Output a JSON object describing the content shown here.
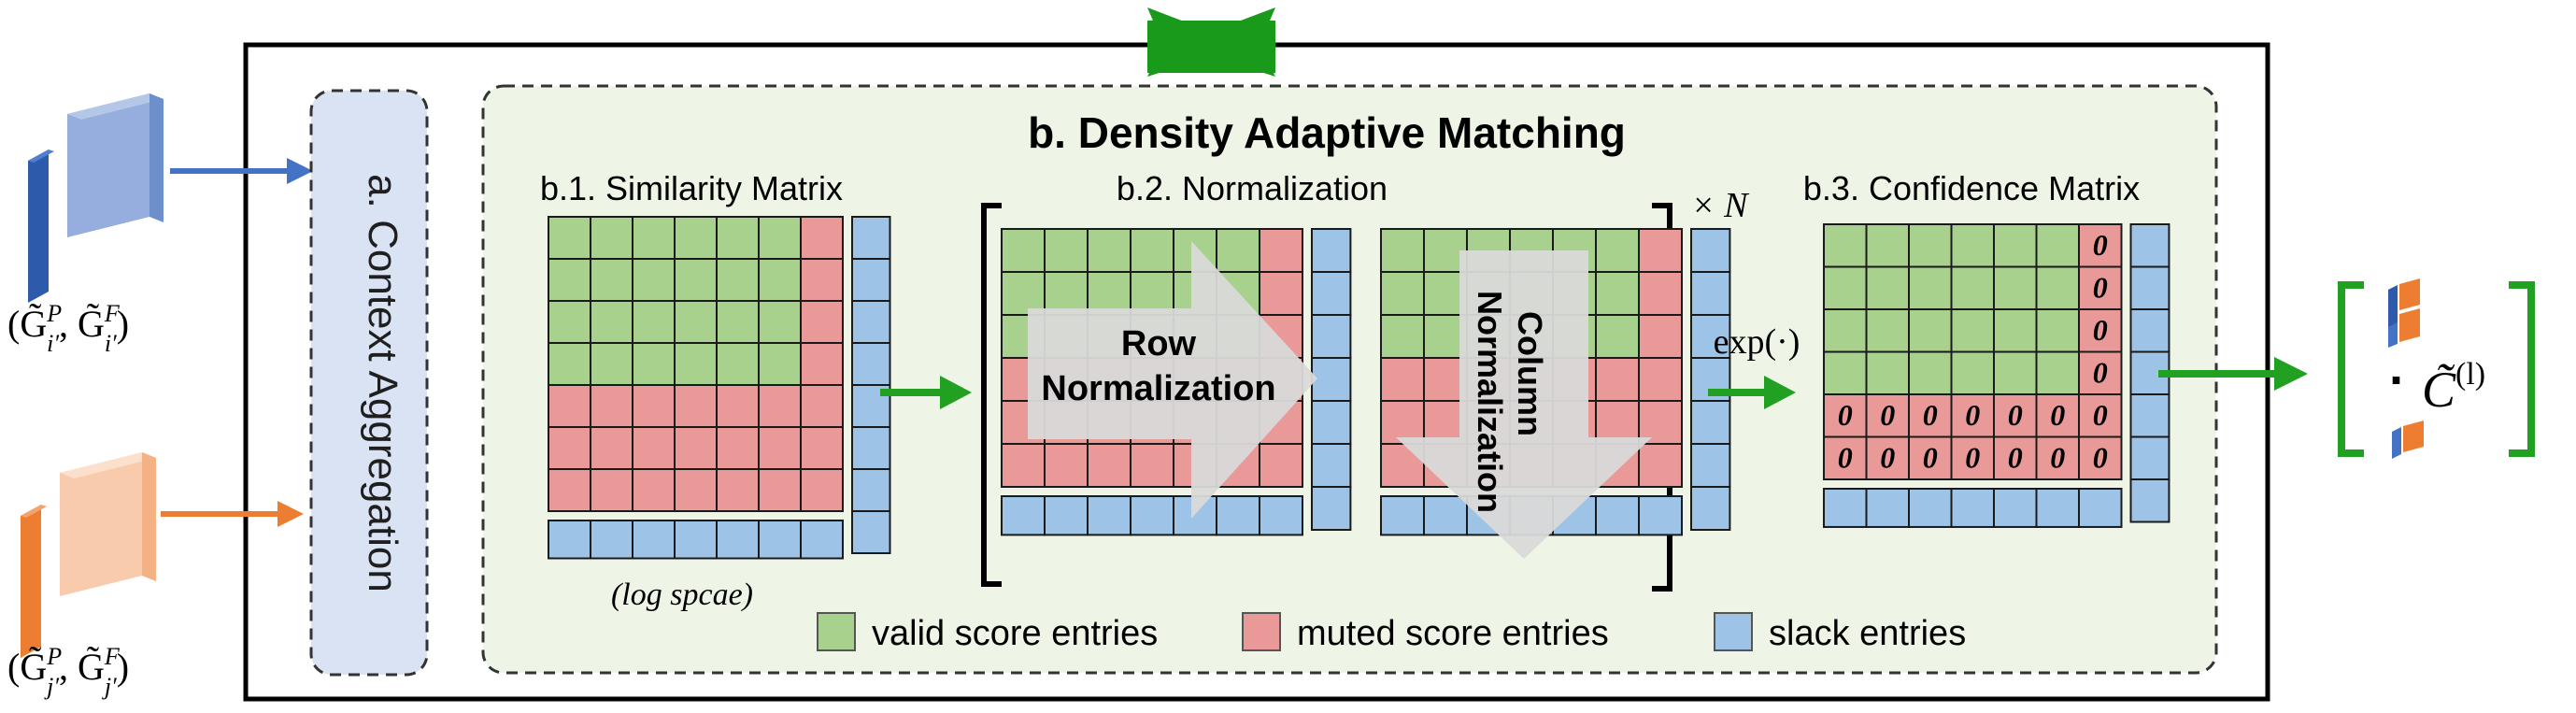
{
  "inputs": {
    "top_label": "(G̃ᵢ′ᴾ, G̃ᵢ′ᶠ)",
    "top_label_main": "(G̃",
    "top_sup_1": "P",
    "top_sub_1": "i′",
    "top_mid": ", G̃",
    "top_sup_2": "F",
    "top_sub_2": "i′",
    "top_close": ")",
    "bottom_label_main": "(G̃",
    "bottom_sup_1": "P",
    "bottom_sub_1": "j′",
    "bottom_mid": ", G̃",
    "bottom_sup_2": "F",
    "bottom_sub_2": "j′",
    "bottom_close": ")",
    "top_color": "#4472c4",
    "bottom_color": "#ed7d31"
  },
  "context_aggregation": {
    "label": "a. Context Aggregation"
  },
  "matching": {
    "title": "b. Density Adaptive Matching",
    "similarity": {
      "title": "b.1. Similarity Matrix",
      "caption": "(log spcae)"
    },
    "normalization": {
      "title": "b.2.  Normalization",
      "row_label_1": "Row",
      "row_label_2": "Normalization",
      "col_label_1": "Column",
      "col_label_2": "Normalization",
      "repeat": "× N"
    },
    "exp_label": "exp(·)",
    "confidence": {
      "title": "b.3. Confidence Matrix",
      "zero": "0"
    }
  },
  "legend": {
    "valid": "valid score entries",
    "muted": "muted score entries",
    "slack": "slack entries"
  },
  "output": {
    "dot": "·",
    "label": "C̃",
    "superscript": "(l)"
  },
  "colors": {
    "valid": "#a9d18e",
    "muted": "#ea9999",
    "slack": "#9dc3e6",
    "panel": "#eef5e6",
    "context_box": "#dae3f3",
    "arrow_green": "#22a022",
    "bowtie": "#1a9a1a"
  }
}
